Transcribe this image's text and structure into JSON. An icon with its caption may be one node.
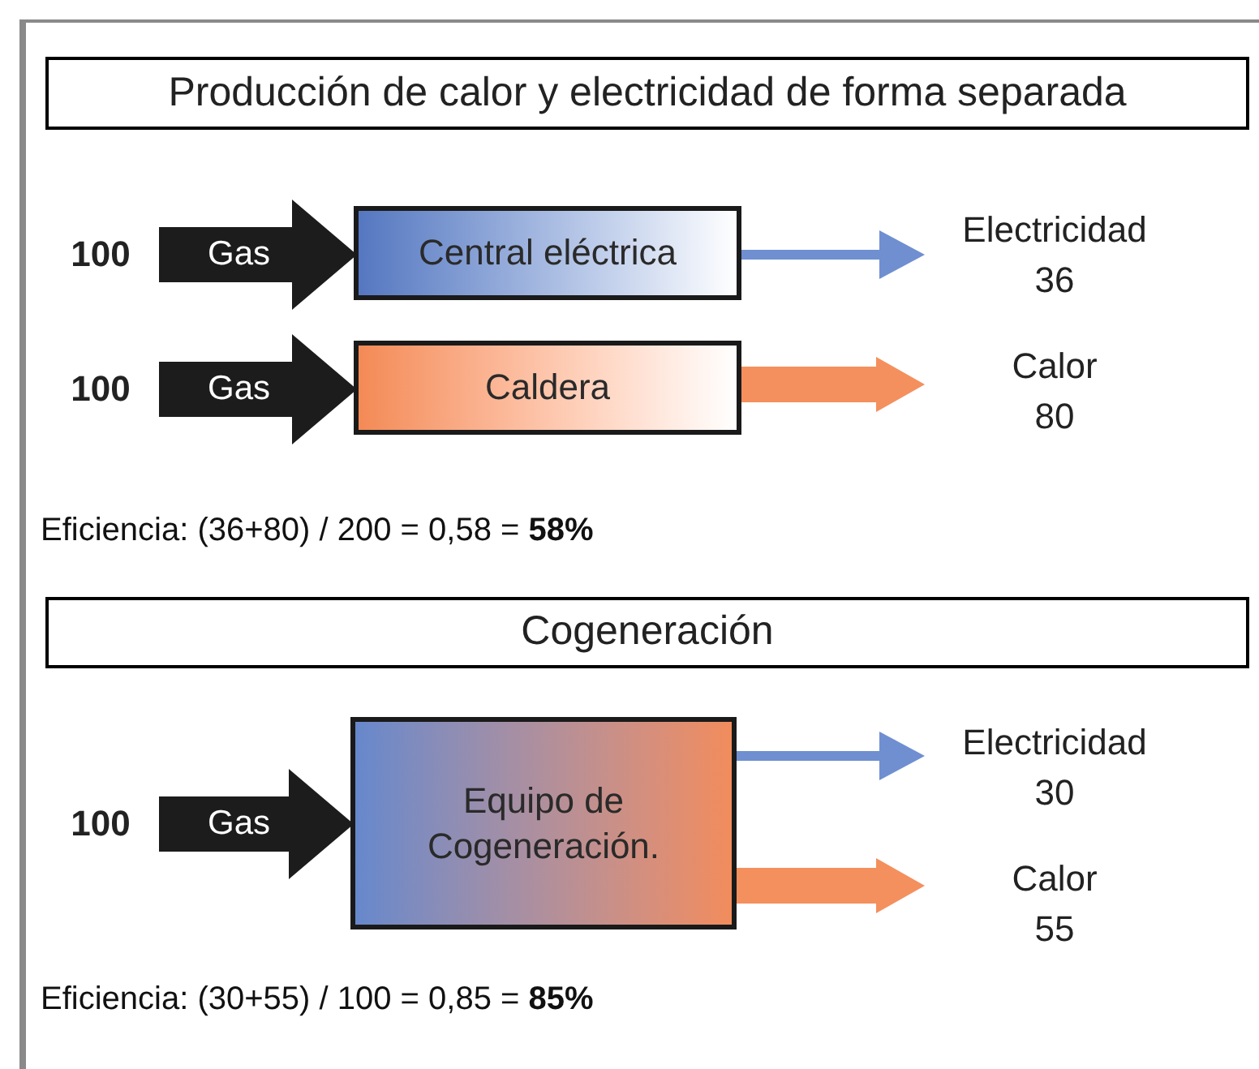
{
  "diagram": {
    "nodes": [
      {
        "text": [
          "Producción de calor y electricidad de forma separada"
        ]
      },
      {
        "text": [
          "100"
        ]
      },
      {
        "text": [
          "Central eléctrica"
        ]
      },
      {
        "text": [
          "Electricidad",
          "36"
        ]
      },
      {
        "text": [
          "100"
        ]
      },
      {
        "text": [
          "Caldera"
        ]
      },
      {
        "text": [
          "Calor",
          "80"
        ]
      },
      {
        "text": [
          "Cogeneración"
        ]
      },
      {
        "text": [
          "100"
        ]
      },
      {
        "text": [
          "Equipo de Cogeneración."
        ]
      },
      {
        "text": [
          "Electricidad",
          "30"
        ]
      },
      {
        "text": [
          "Calor",
          "55"
        ]
      }
    ],
    "edges": [
      {
        "from": 1,
        "to": 2,
        "arrow": "to",
        "label": "Gas",
        "color": "#1c1c1c"
      },
      {
        "from": 2,
        "to": 3,
        "arrow": "to",
        "color": "#6f8fd0"
      },
      {
        "from": 4,
        "to": 5,
        "arrow": "to",
        "label": "Gas",
        "color": "#1c1c1c"
      },
      {
        "from": 5,
        "to": 6,
        "arrow": "to",
        "color": "#f4905e"
      },
      {
        "from": 8,
        "to": 9,
        "arrow": "to",
        "label": "Gas",
        "color": "#1c1c1c"
      },
      {
        "from": 9,
        "to": 10,
        "arrow": "to",
        "color": "#6f8fd0"
      },
      {
        "from": 9,
        "to": 11,
        "arrow": "to",
        "color": "#f4905e"
      }
    ],
    "labels": [
      "Eficiencia: (36+80) / 200 = 0,58 = **58%**",
      "Eficiencia: (30+55) / 100 = 0,85 = **85%**"
    ]
  }
}
